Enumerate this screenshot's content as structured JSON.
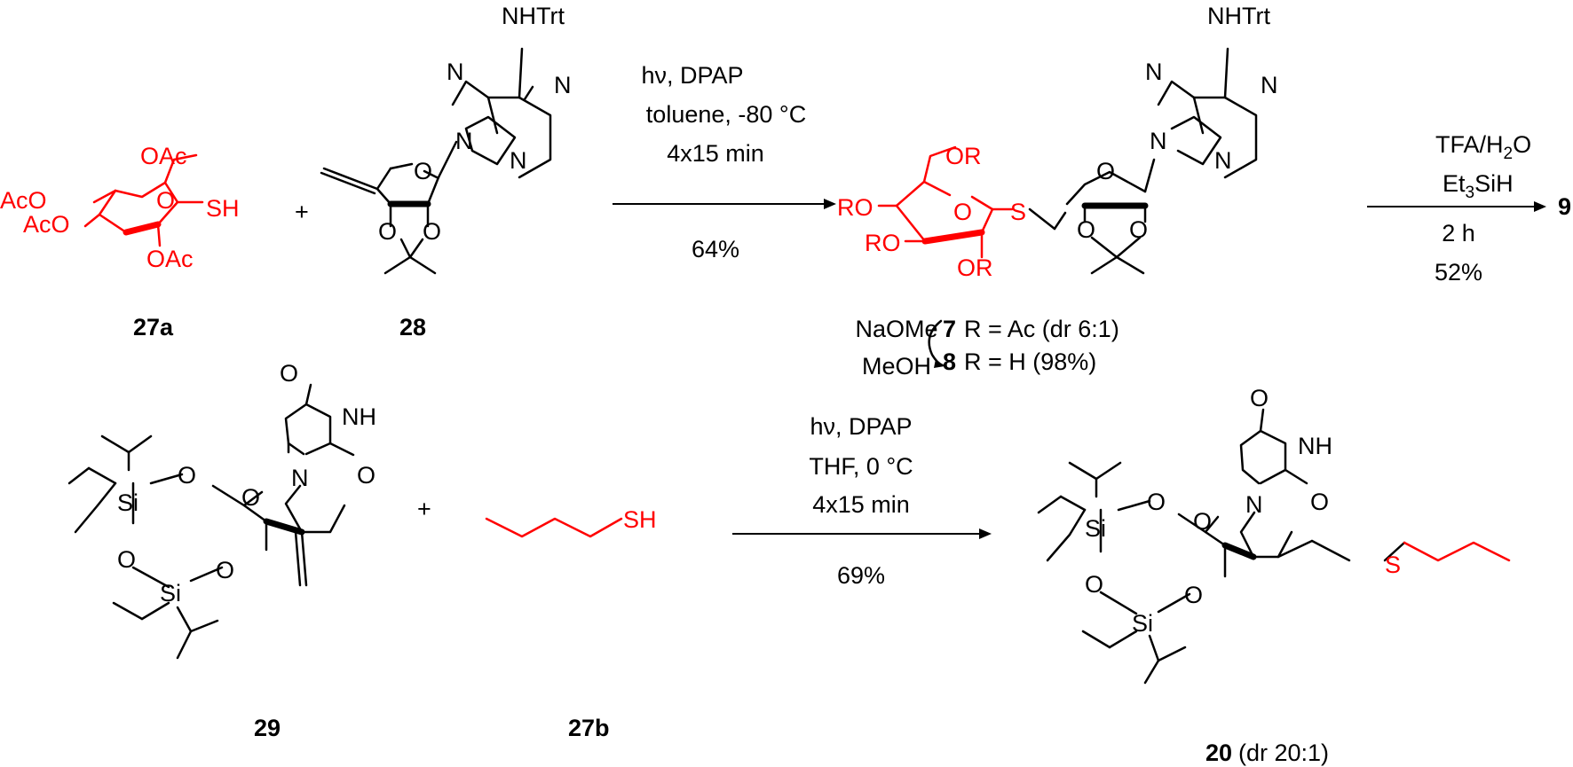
{
  "reaction1": {
    "conditions": {
      "line1": "hν, DPAP",
      "line2": "toluene, -80 °C",
      "line3": "4x15 min",
      "yield": "64%"
    },
    "reagent_sugar": {
      "label": "27a",
      "oac_top": "OAc",
      "acoac_left1": "AcO",
      "acoac_left2": "AcO",
      "oac_bottom": "OAc",
      "sh": "SH",
      "ring_o": "O"
    },
    "plus": "+",
    "reagent_nucleoside": {
      "label": "28",
      "nhtrt": "NHTrt",
      "n1": "N",
      "n3": "N",
      "n7": "N",
      "n9": "N",
      "ring_o": "O",
      "ketal_o1": "O",
      "ketal_o2": "O"
    },
    "product": {
      "or_top": "OR",
      "ro_left1": "RO",
      "ro_left2": "RO",
      "or_bottom": "OR",
      "s": "S",
      "ring_o_sugar": "O",
      "nhtrt": "NHTrt",
      "n1": "N",
      "n3": "N",
      "n7": "N",
      "n9": "N",
      "ring_o": "O",
      "ketal_o1": "O",
      "ketal_o2": "O",
      "label7": "7",
      "label7_text": "R = Ac (dr 6:1)",
      "label8": "8",
      "label8_text": "R = H (98%)",
      "deprot_line1": "NaOMe",
      "deprot_line2": "MeOH"
    },
    "step2": {
      "line1_a": "TFA/H",
      "line1_sub": "2",
      "line1_b": "O",
      "line2_a": "Et",
      "line2_sub": "3",
      "line2_b": "SiH",
      "line3": "2 h",
      "yield": "52%",
      "product_label": "9"
    }
  },
  "reaction2": {
    "conditions": {
      "line1": "hν, DPAP",
      "line2": "THF, 0 °C",
      "line3": "4x15 min",
      "yield": "69%"
    },
    "reagent_nucleoside": {
      "label": "29",
      "o_carbonyl1": "O",
      "nh": "NH",
      "o_carbonyl2": "O",
      "n1": "N",
      "ring_o": "O",
      "si1": "Si",
      "si2": "Si",
      "o_si_a": "O",
      "o_si_b": "O",
      "o_si_c": "O"
    },
    "plus": "+",
    "reagent_thiol": {
      "label": "27b",
      "sh": "SH"
    },
    "product": {
      "label": "20",
      "label_suffix": "(dr 20:1)",
      "o_carbonyl1": "O",
      "nh": "NH",
      "o_carbonyl2": "O",
      "n1": "N",
      "ring_o": "O",
      "si1": "Si",
      "si2": "Si",
      "o_si_a": "O",
      "o_si_b": "O",
      "o_si_c": "O",
      "s": "S"
    }
  }
}
